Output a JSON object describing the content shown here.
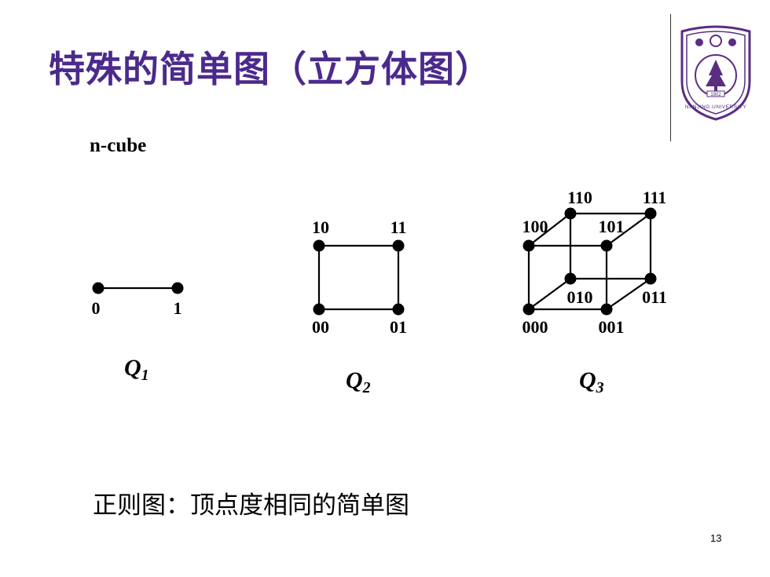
{
  "title": "特殊的简单图（立方体图）",
  "subtitle": "n-cube",
  "logo": {
    "icon": "nanjing-university-crest",
    "year": "1902",
    "text": "NANJING UNIVERSITY"
  },
  "graphs": [
    {
      "id": "Q1",
      "label": "Q",
      "sub": "1",
      "nodes": [
        "0",
        "1"
      ],
      "edges": [
        [
          "0",
          "1"
        ]
      ]
    },
    {
      "id": "Q2",
      "label": "Q",
      "sub": "2",
      "nodes": [
        "10",
        "11",
        "00",
        "01"
      ],
      "edges": [
        [
          "10",
          "11"
        ],
        [
          "00",
          "01"
        ],
        [
          "10",
          "00"
        ],
        [
          "11",
          "01"
        ]
      ]
    },
    {
      "id": "Q3",
      "label": "Q",
      "sub": "3",
      "nodes": [
        "110",
        "111",
        "100",
        "101",
        "010",
        "011",
        "000",
        "001"
      ],
      "edges": [
        [
          "100",
          "101"
        ],
        [
          "000",
          "001"
        ],
        [
          "100",
          "000"
        ],
        [
          "101",
          "001"
        ],
        [
          "110",
          "111"
        ],
        [
          "010",
          "011"
        ],
        [
          "110",
          "010"
        ],
        [
          "111",
          "011"
        ],
        [
          "100",
          "110"
        ],
        [
          "101",
          "111"
        ],
        [
          "000",
          "010"
        ],
        [
          "001",
          "011"
        ]
      ]
    }
  ],
  "regular_graph_text": "正则图：顶点度相同的简单图",
  "page_number": "13",
  "colors": {
    "title": "#4b2a8c",
    "crest": "#5a2d82"
  }
}
